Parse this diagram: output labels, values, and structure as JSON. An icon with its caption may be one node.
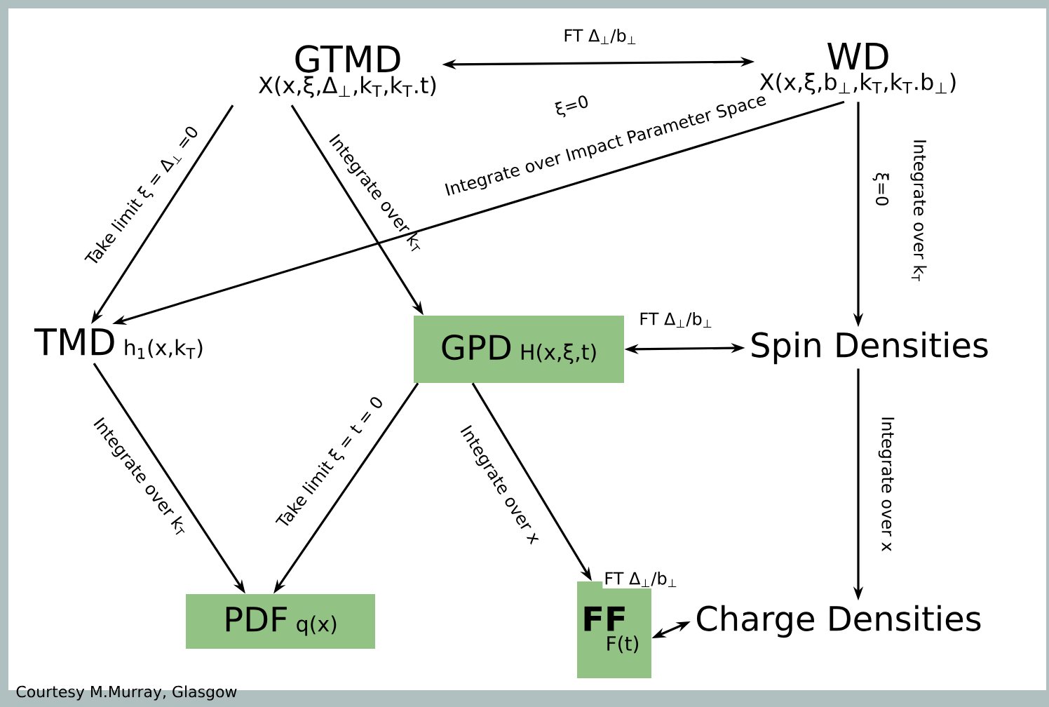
{
  "diagram": {
    "nodes": [
      {
        "text": [
          "GTMD",
          "X(x,ξ,Δ$_{⊥}$,k$_{T}$,k$_{T}$.t)"
        ]
      },
      {
        "text": [
          "WD",
          "X(x,ξ,b$_{⊥}$,k$_{T}$,k$_{T}$.b$_{⊥}$)"
        ]
      },
      {
        "text": [
          "TMD",
          "h$_{1}$(x,k$_{T}$)"
        ]
      },
      {
        "text": [
          "GPD",
          "H(x,ξ,t)"
        ]
      },
      {
        "text": [
          "Spin Densities"
        ]
      },
      {
        "text": [
          "PDF",
          "q(x)"
        ]
      },
      {
        "text": [
          "FF",
          "F(t)"
        ]
      },
      {
        "text": [
          "Charge Densities"
        ]
      }
    ],
    "edges": [
      {
        "from": 0,
        "to": 1,
        "arrow": "both",
        "label": "FT Δ$_{⊥}$/b$_{⊥}$"
      },
      {
        "from": 0,
        "to": 2,
        "arrow": "to",
        "label": "Take limit ξ = Δ$_{⊥}$ =0"
      },
      {
        "from": 0,
        "to": 3,
        "arrow": "to",
        "label": "Integrate over k$_{T}$"
      },
      {
        "from": 1,
        "to": 2,
        "arrow": "to",
        "label": "Integrate over Impact Parameter Space"
      },
      {
        "from": 1,
        "to": 4,
        "arrow": "to",
        "label": "Integrate over k$_{T}$"
      },
      {
        "from": 3,
        "to": 4,
        "arrow": "both",
        "label": "FT Δ$_{⊥}$/b$_{⊥}$"
      },
      {
        "from": 2,
        "to": 5,
        "arrow": "to",
        "label": "Integrate over k$_{T}$"
      },
      {
        "from": 3,
        "to": 5,
        "arrow": "to",
        "label": "Take limit ξ = t = 0"
      },
      {
        "from": 3,
        "to": 6,
        "arrow": "to",
        "label": "Integrate over x"
      },
      {
        "from": 4,
        "to": 7,
        "arrow": "to",
        "label": "Integrate over x"
      },
      {
        "from": 6,
        "to": 7,
        "arrow": "both",
        "label": "FT Δ$_{⊥}$/b$_{⊥}$"
      }
    ],
    "labels": [
      "ξ=0",
      "ξ=0",
      "Courtesy M.Murray, Glasgow"
    ]
  }
}
